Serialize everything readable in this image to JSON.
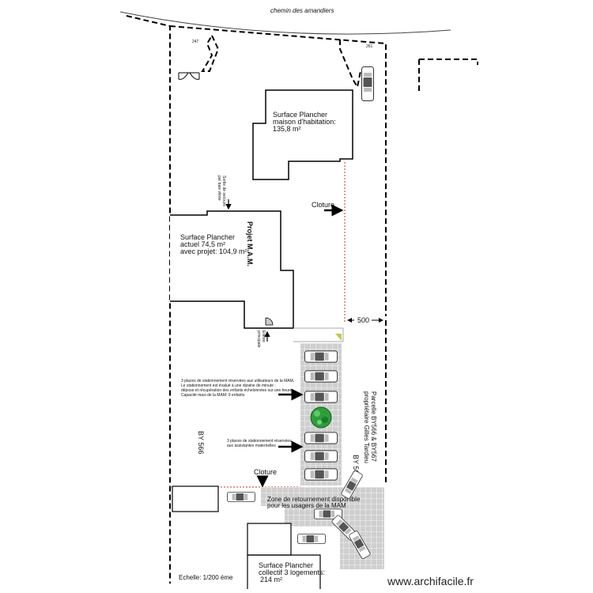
{
  "plan": {
    "street_name": "chemin des amandiers",
    "lot_numbers": [
      "247",
      "261"
    ],
    "house": {
      "title": "Surface Plancher",
      "line2": "maison d'habitation:",
      "line3": "135,8 m²"
    },
    "mam": {
      "title": "Surface Plancher",
      "line2": "actuel 74,5 m²",
      "line3": "avec projet: 104,9 m²"
    },
    "collective": {
      "title": "Surface Plancher",
      "line2": "collectif 3 logements:",
      "line3": "214 m²"
    },
    "projet_label": "Projet M.A.M.",
    "fence_label": "Cloture",
    "dimension_label": "500",
    "side_exit_lines": [
      "Sortie de secours",
      "par baie vitrée"
    ],
    "main_entry_lines": [
      "Entrée",
      "principale"
    ],
    "parking_note_lines": [
      "3 places de stationnement réservées aux utilisateurs de la MAM.",
      "Le stationnement est évalué à une dizaine de minute :",
      "dépose et récupération des enfants échelonnées sur une heure.",
      "Capacité maxi de la MAM: 9 enfants"
    ],
    "assistants_note_lines": [
      "3 places de stationnement réservées",
      "aux assistantes maternelles"
    ],
    "parcel_left": "BY 566",
    "parcel_right": "BY 567",
    "owner_lines": [
      "Parcelle BY566 & BY567",
      "propriétaire Gilles Tardieu"
    ],
    "turnaround_lines": [
      "Zone de retournement disponible",
      "pour les usagers de la MAM"
    ],
    "scale": "Echelle: 1/200 éme",
    "watermark": "www.archifacile.fr"
  }
}
